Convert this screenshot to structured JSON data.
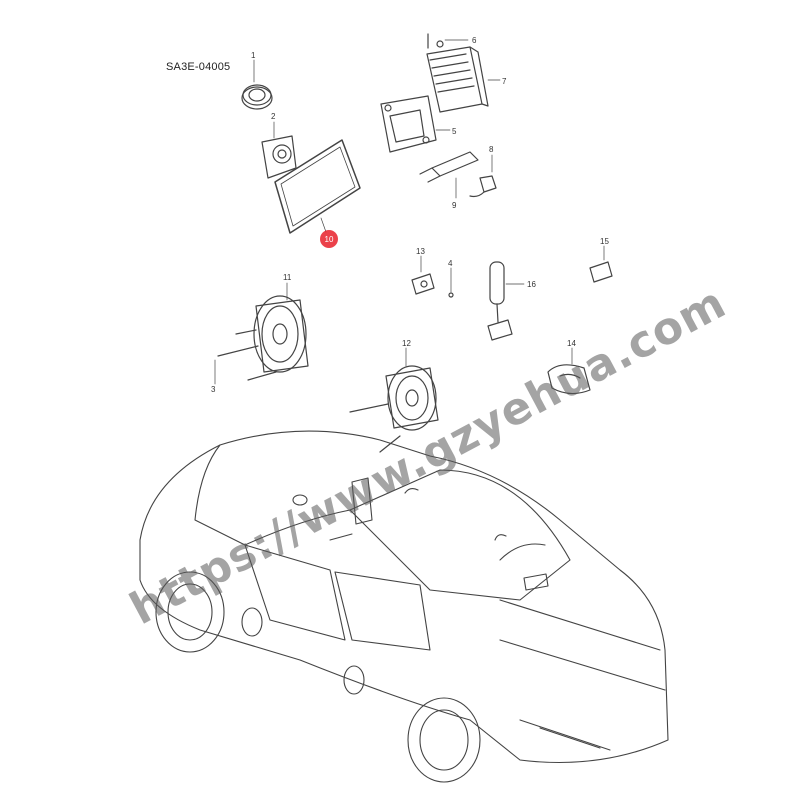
{
  "diagram": {
    "code": "SA3E-04005",
    "watermark": "https://www.gzyehua.com",
    "highlight_color": "#e8202a",
    "highlighted_callout": "10",
    "callouts": [
      "1",
      "2",
      "3",
      "4",
      "5",
      "6",
      "7",
      "8",
      "9",
      "10",
      "11",
      "12",
      "13",
      "14",
      "15",
      "16"
    ]
  }
}
